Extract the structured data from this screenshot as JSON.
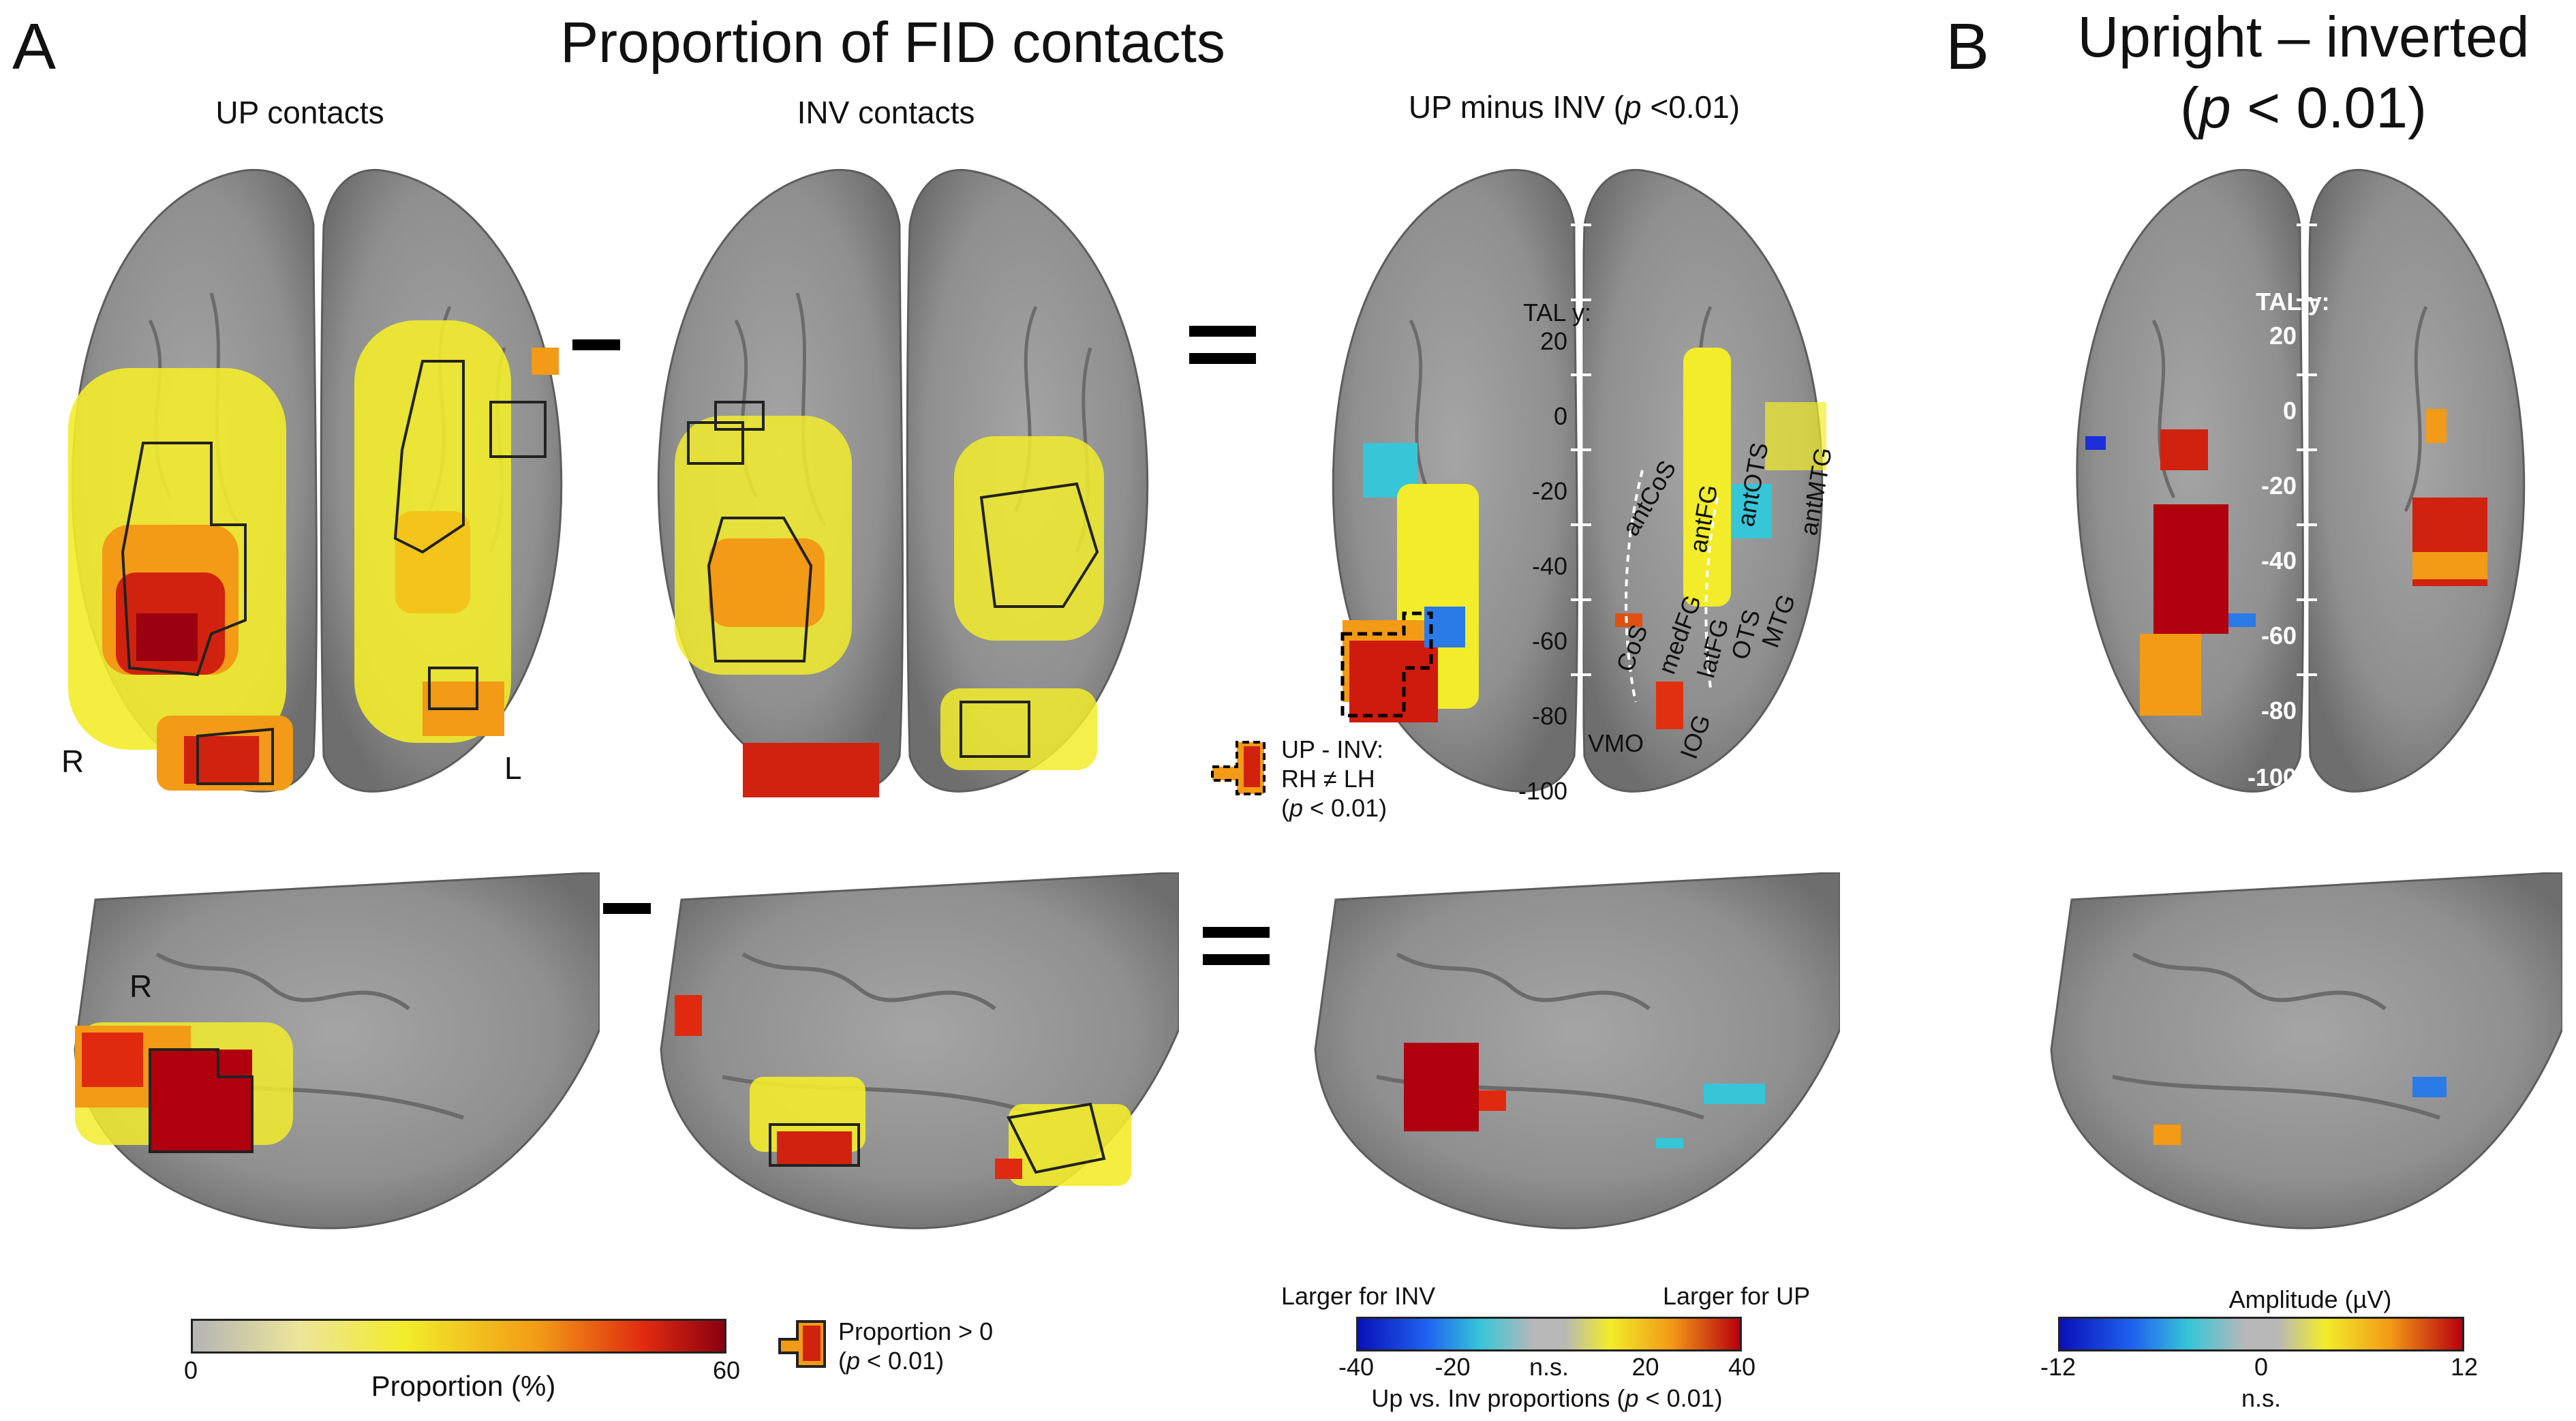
{
  "panel_a": {
    "letter": "A",
    "title": "Proportion of FID contacts",
    "col_up": "UP contacts",
    "col_inv": "INV contacts",
    "col_diff_prefix": "UP minus INV (",
    "col_diff_p": "p",
    "col_diff_suffix": " <0.01)",
    "hemi_right": "R",
    "hemi_left": "L",
    "lateral_right": "R",
    "tal_title": "TAL y:",
    "tal_ticks": [
      "20",
      "0",
      "-20",
      "-40",
      "-60",
      "-80",
      "-100"
    ],
    "anatomy_labels": [
      "antCoS",
      "antFG",
      "antOTS",
      "antMTG",
      "CoS",
      "medFG",
      "latFG",
      "OTS",
      "MTG",
      "VMO",
      "IOG"
    ],
    "rh_legend": {
      "line1": "UP - INV:",
      "line2": "RH ≠ LH",
      "line3_p": "p",
      "line3_rest": " < 0.01)",
      "line3_open": "("
    },
    "proportion_bar": {
      "min": "0",
      "max": "60",
      "label": "Proportion (%)"
    },
    "proportion_legend": {
      "line1": "Proportion > 0",
      "line2_open": "(",
      "line2_p": "p",
      "line2_rest": " < 0.01)"
    },
    "diff_bar": {
      "left_label": "Larger for INV",
      "right_label": "Larger for UP",
      "ticks": [
        "-40",
        "-20",
        "n.s.",
        "20",
        "40"
      ],
      "caption_prefix": "Up vs. Inv proportions (",
      "caption_p": "p",
      "caption_suffix": " < 0.01)"
    }
  },
  "panel_b": {
    "letter": "B",
    "title_line1": "Upright – inverted",
    "title_line2_open": "(",
    "title_line2_p": "p",
    "title_line2_rest": " < 0.01)",
    "tal_title": "TAL y:",
    "tal_ticks": [
      "20",
      "0",
      "-20",
      "-40",
      "-60",
      "-80",
      "-100"
    ],
    "amp_bar": {
      "label": "Amplitude (µV)",
      "ticks": [
        "-12",
        "0",
        "12"
      ],
      "ns": "n.s."
    }
  },
  "colors": {
    "brain": "#8e8e8e",
    "heat_low": "#f2ec2a",
    "heat_mid": "#f39a16",
    "heat_high": "#b8000e",
    "cool": "#1a2fd8",
    "cyan": "#37c6d8"
  }
}
